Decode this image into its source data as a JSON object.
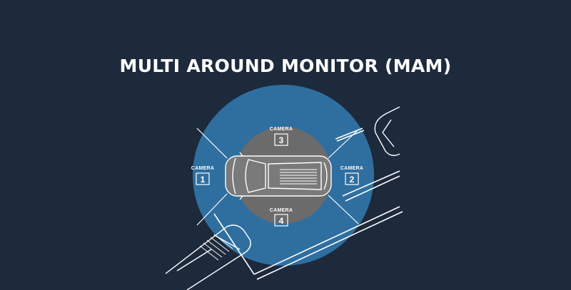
{
  "title": "MULTI AROUND MONITOR (MAM)",
  "colors": {
    "background": "#1d2a3c",
    "outer_ring": "#2f6fa0",
    "inner_circle": "#6b6b6b",
    "line_art": "#ffffff"
  },
  "cameras": [
    {
      "label": "CAMERA",
      "number": "1",
      "position": "left"
    },
    {
      "label": "CAMERA",
      "number": "2",
      "position": "right"
    },
    {
      "label": "CAMERA",
      "number": "3",
      "position": "top"
    },
    {
      "label": "CAMERA",
      "number": "4",
      "position": "bottom"
    }
  ]
}
